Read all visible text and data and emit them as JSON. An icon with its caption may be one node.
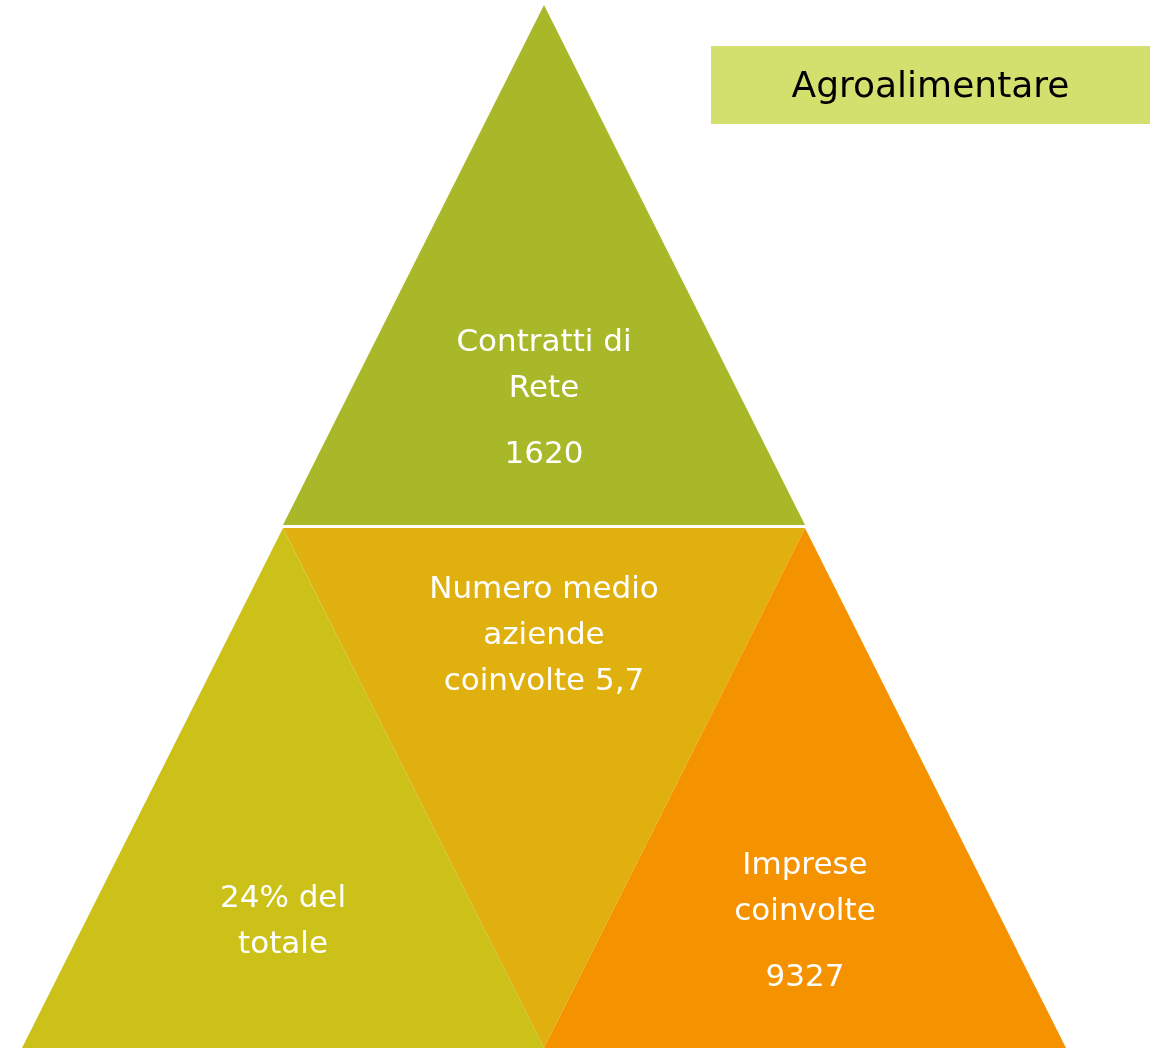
{
  "diagram": {
    "nodes": [
      {
        "text": [
          "Contratti di Rete",
          "1620"
        ]
      },
      {
        "text": [
          "Agroalimentare"
        ]
      },
      {
        "text": [
          "Numero medio aziende coinvolte 5,7"
        ]
      },
      {
        "text": [
          "24% del totale"
        ]
      },
      {
        "text": [
          "Imprese coinvolte",
          "9327"
        ]
      }
    ]
  }
}
